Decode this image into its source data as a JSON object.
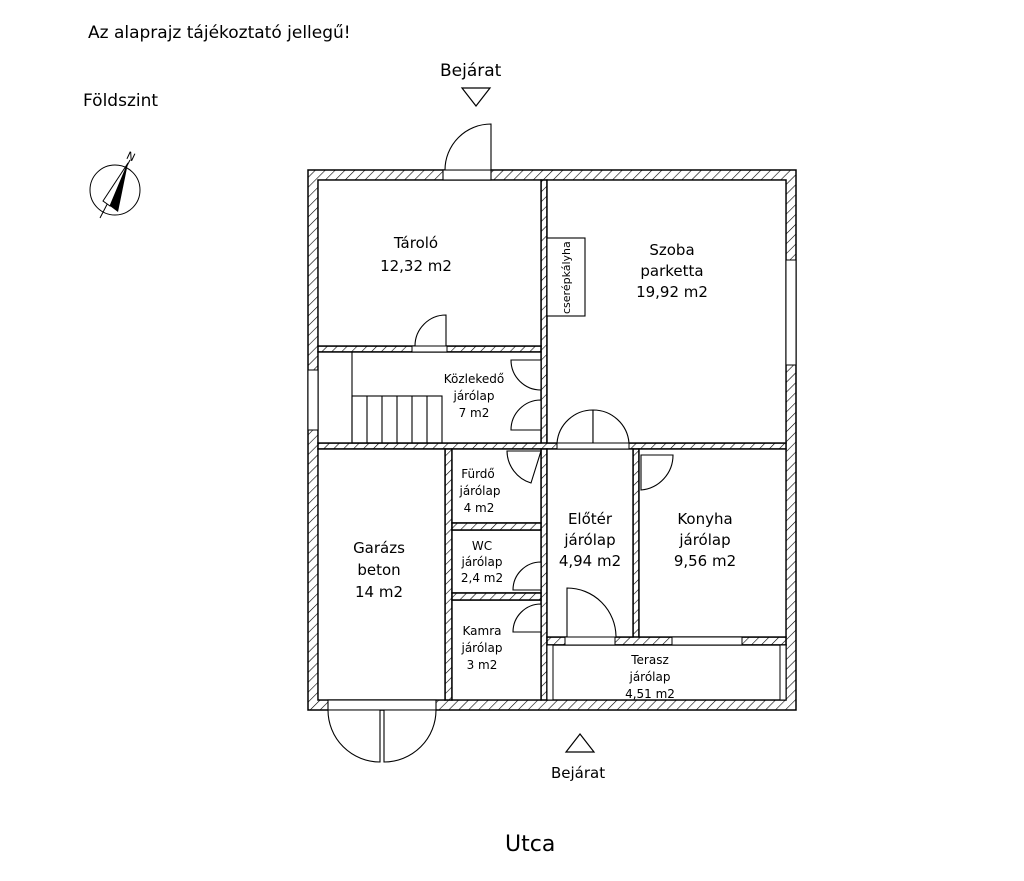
{
  "header": {
    "note": "Az alaprajz tájékoztató jellegű!",
    "level": "Földszint"
  },
  "entrances": {
    "top": "Bejárat",
    "bottom": "Bejárat"
  },
  "street": "Utca",
  "compass": {
    "north_letter": "N",
    "icon": "north-arrow-icon"
  },
  "rooms": {
    "tarolo": {
      "name": "Tároló",
      "area": "12,32 m2"
    },
    "szoba": {
      "name": "Szoba",
      "floor": "parketta",
      "area": "19,92 m2"
    },
    "cserep": {
      "name": "cserépkályha"
    },
    "kozl": {
      "name": "Közlekedő",
      "floor": "járólap",
      "area": "7 m2"
    },
    "furdo": {
      "name": "Fürdő",
      "floor": "járólap",
      "area": "4 m2"
    },
    "wc": {
      "name": "WC",
      "floor": "járólap",
      "area": "2,4 m2"
    },
    "kamra": {
      "name": "Kamra",
      "floor": "járólap",
      "area": "3 m2"
    },
    "garazs": {
      "name": "Garázs",
      "floor": "beton",
      "area": "14 m2"
    },
    "eloter": {
      "name": "Előtér",
      "floor": "járólap",
      "area": "4,94 m2"
    },
    "konyha": {
      "name": "Konyha",
      "floor": "járólap",
      "area": "9,56 m2"
    },
    "terasz": {
      "name": "Terasz",
      "floor": "járólap",
      "area": "4,51 m2"
    }
  }
}
